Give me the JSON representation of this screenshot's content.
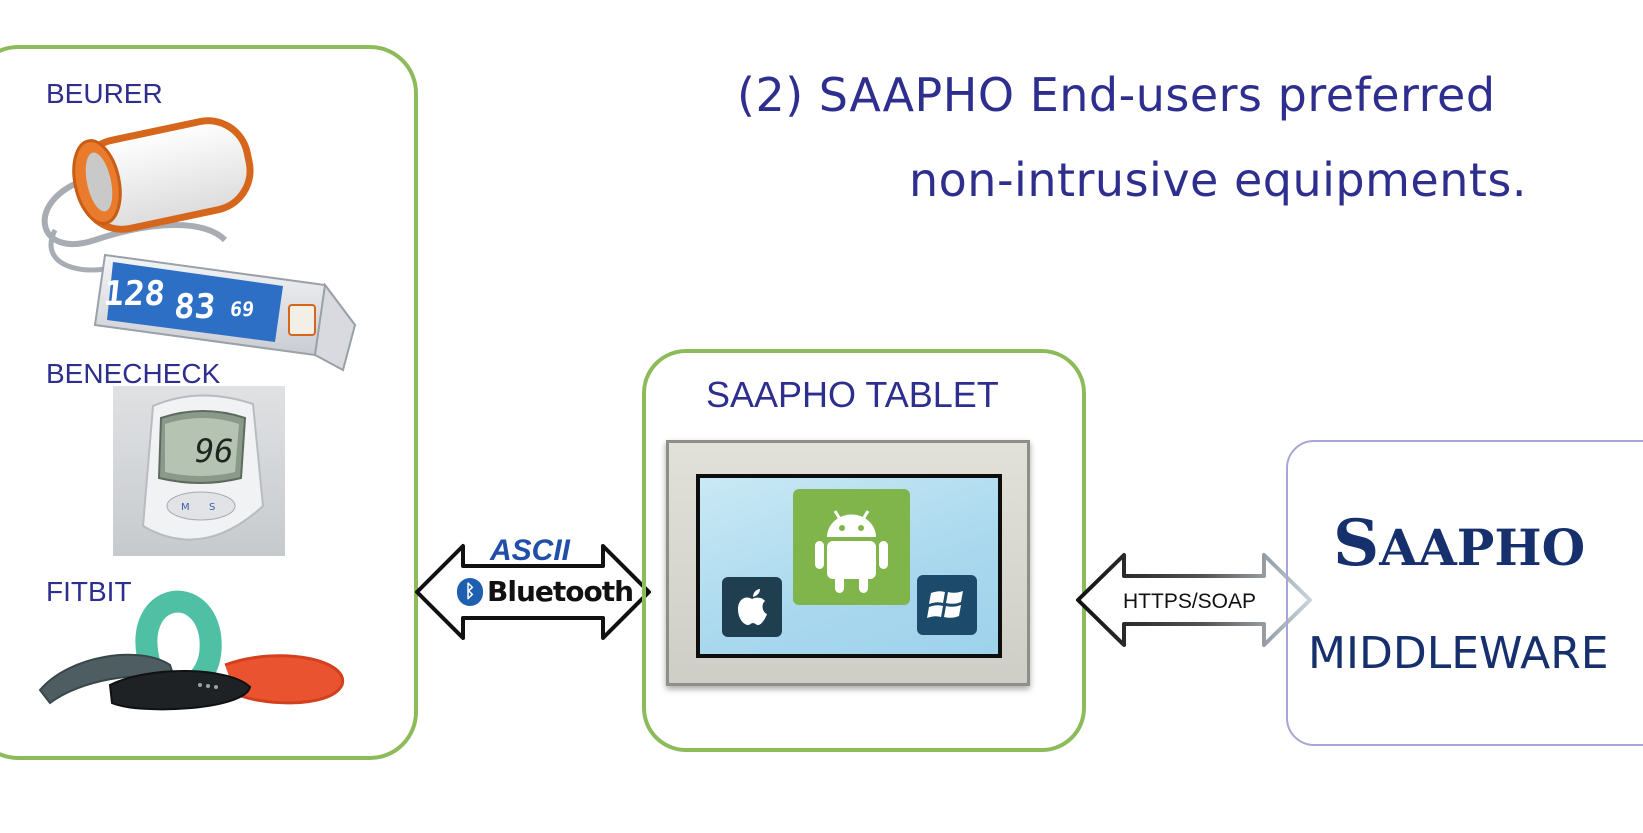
{
  "headline": {
    "line1": "(2) SAAPHO End-users preferred",
    "line2": "non-intrusive equipments."
  },
  "devices": {
    "items": [
      {
        "label": "BEURER",
        "reading_sys": "128",
        "reading_dia": "83",
        "reading_pulse": "69"
      },
      {
        "label": "BENECHECK",
        "reading": "96"
      },
      {
        "label": "FITBIT"
      }
    ]
  },
  "link_left": {
    "protocol_top": "ASCII",
    "protocol_bottom": "Bluetooth"
  },
  "tablet": {
    "title": "SAAPHO TABLET",
    "os_icons": [
      "apple-icon",
      "android-icon",
      "windows-icon"
    ]
  },
  "link_right": {
    "protocol": "HTTPS/SOAP"
  },
  "middleware": {
    "brand": "SAAPHO",
    "label": "MIDDLEWARE"
  },
  "colors": {
    "panel_border": "#8dbb5a",
    "headline_text": "#2e2e8f",
    "brand_navy": "#16306e",
    "android_green": "#7fb54a",
    "tablet_tile_dark": "#1f4458"
  }
}
